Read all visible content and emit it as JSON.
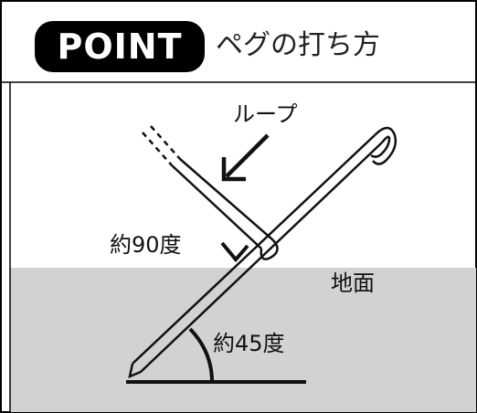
{
  "badge": {
    "label": "POINT"
  },
  "heading": {
    "title": "ペグの打ち方"
  },
  "labels": {
    "loop": "ループ",
    "angle_90": "約90度",
    "ground": "地面",
    "angle_45": "約45度"
  },
  "colors": {
    "ground": "#d2d2d2",
    "ink": "#111111",
    "frame": "#000000"
  },
  "icons": {
    "arrow": "arrow-down-left-icon",
    "right_angle": "right-angle-mark",
    "peg": "tent-peg-illustration"
  }
}
